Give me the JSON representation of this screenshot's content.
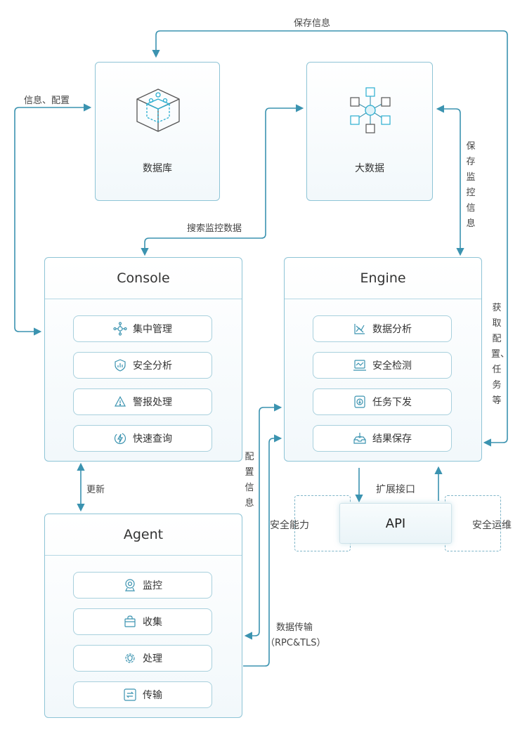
{
  "stores": {
    "database": {
      "label": "数据库",
      "icon": "database-cube-icon"
    },
    "bigdata": {
      "label": "大数据",
      "icon": "network-cubes-icon"
    }
  },
  "console": {
    "title": "Console",
    "items": [
      {
        "label": "集中管理",
        "icon": "hub-icon"
      },
      {
        "label": "安全分析",
        "icon": "shield-chart-icon"
      },
      {
        "label": "警报处理",
        "icon": "alert-icon"
      },
      {
        "label": "快速查询",
        "icon": "bolt-search-icon"
      }
    ]
  },
  "engine": {
    "title": "Engine",
    "items": [
      {
        "label": "数据分析",
        "icon": "scatter-chart-icon"
      },
      {
        "label": "安全检测",
        "icon": "monitor-scan-icon"
      },
      {
        "label": "任务下发",
        "icon": "download-task-icon"
      },
      {
        "label": "结果保存",
        "icon": "tray-save-icon"
      }
    ]
  },
  "agent": {
    "title": "Agent",
    "items": [
      {
        "label": "监控",
        "icon": "webcam-icon"
      },
      {
        "label": "收集",
        "icon": "bag-icon"
      },
      {
        "label": "处理",
        "icon": "gear-shield-icon"
      },
      {
        "label": "传输",
        "icon": "transfer-icon"
      }
    ]
  },
  "api": {
    "label": "API",
    "left_label": "安全能力",
    "right_label": "安全运维",
    "extend_label": "扩展接口"
  },
  "edges": {
    "save_info": "保存信息",
    "info_config": "信息、配置",
    "search_monitor": "搜索监控数据",
    "save_monitor": "保存监控信息",
    "get_config": "获取配置、任务等",
    "update": "更新",
    "config_info": "配置信息",
    "data_transfer": "数据传输",
    "data_transfer_proto": "（RPC&TLS）"
  },
  "colors": {
    "line": "#3b93b0",
    "accent": "#2aaed0",
    "border": "#8ec4d6"
  }
}
